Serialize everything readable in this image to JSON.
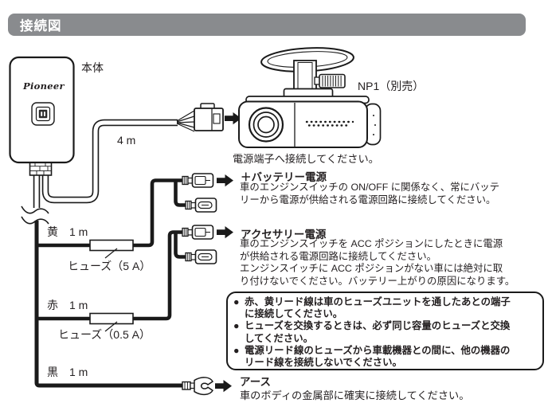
{
  "header": {
    "title": "接続図"
  },
  "colors": {
    "header_bg": "#898b8e",
    "line": "#1a1a1a",
    "text": "#231f20"
  },
  "main_unit": {
    "label": "本体",
    "brand": "Pioneer"
  },
  "camera": {
    "label": "NP1（別売）",
    "caption": "電源端子へ接続してください。"
  },
  "power_cable": {
    "length_label": "4 m"
  },
  "leads": {
    "yellow": {
      "label": "黄　1 m",
      "fuse_label": "ヒューズ（5 A）"
    },
    "red": {
      "label": "赤　1 m",
      "fuse_label": "ヒューズ（0.5 A）"
    },
    "black": {
      "label": "黒　1 m"
    }
  },
  "sections": {
    "battery": {
      "title": "＋バッテリー電源",
      "body": "車のエンジンスイッチの ON/OFF に関係なく、常にバッテ\nリーから電源が供給される電源回路に接続してください。"
    },
    "accessory": {
      "title": "アクセサリー電源",
      "body": "車のエンジンスイッチを ACC ポジションにしたときに電源\nが供給される電源回路に接続してください。\nエンジンスイッチに ACC ポジションがない車には絶対に取\nり付けないでください。バッテリー上がりの原因になります。"
    },
    "ground": {
      "title": "アース",
      "body": "車のボディの金属部に確実に接続してください。"
    }
  },
  "notes": {
    "bullet": "●",
    "items": [
      "赤、黄リード線は車のヒューズユニットを通したあとの端子\nに接続してください。",
      "ヒューズを交換するときは、必ず同じ容量のヒューズと交換\nしてください。",
      "電源リード線のヒューズから車載機器との間に、他の機器の\nリード線を接続しないでください。"
    ]
  }
}
